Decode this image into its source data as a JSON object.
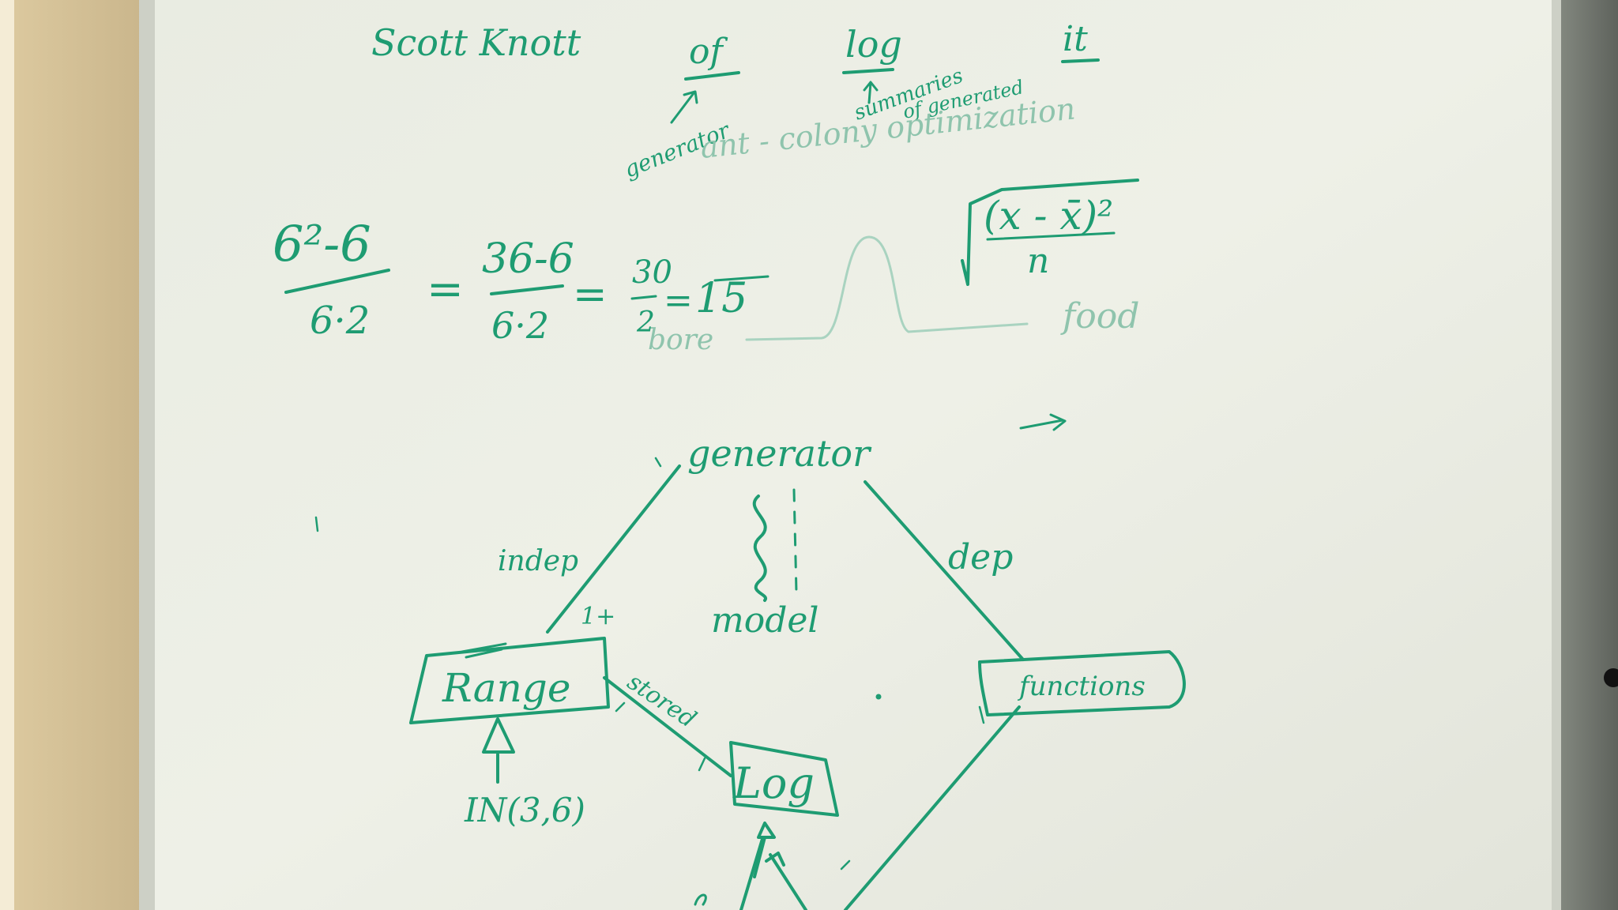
{
  "whiteboard": {
    "top_row": {
      "name": "Scott Knott",
      "word_1": "of",
      "word_2": "log",
      "word_3": "it"
    },
    "annotations": {
      "generator": "generator",
      "summaries": "summaries",
      "of_generated": "of generated",
      "aco": "ant - colony  optimization"
    },
    "math": {
      "fraction_1_num": "6²-6",
      "fraction_1_den": "6·2",
      "fraction_2_num": "36-6",
      "fraction_2_den": "6·2",
      "fraction_3_num": "30",
      "fraction_3_den": "2",
      "equals": "=",
      "result": "15",
      "sqrt_num": "(x - x̄)²",
      "sqrt_den": "n"
    },
    "curve_labels": {
      "left": "bore",
      "right": "food"
    },
    "diagram": {
      "top": "generator",
      "left_edge": "indep",
      "right_edge": "dep",
      "center": "model",
      "left_box": "Range",
      "right_box": "functions",
      "bottom_box": "Log",
      "edge_stored": "stored",
      "mult_left": "1+",
      "under_range": "IN(3,6)"
    }
  },
  "colors": {
    "marker": "#1e9c72",
    "board": "#eef0e6",
    "frame": "#d2c19a"
  }
}
